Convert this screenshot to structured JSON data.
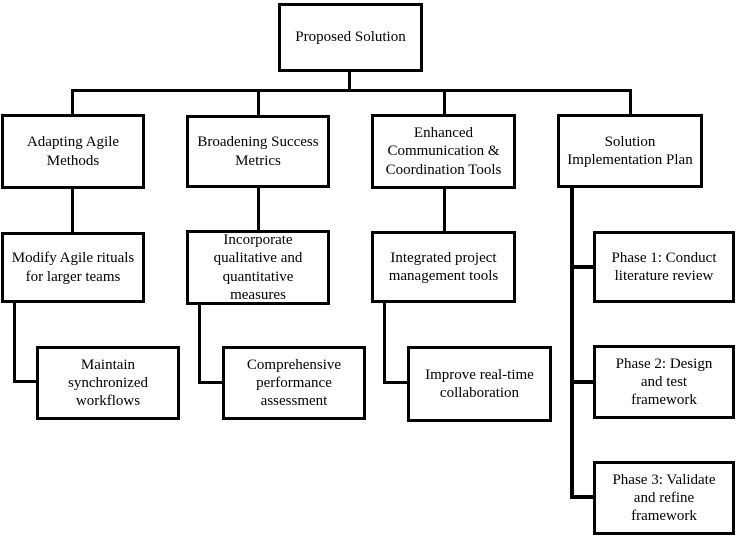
{
  "diagram": {
    "type": "flowchart-hierarchy",
    "colors": {
      "line": "#000000",
      "box_border": "#000000",
      "box_fill": "#ffffff",
      "background": "#ffffff",
      "text": "#000000"
    },
    "nodes": {
      "root": {
        "label": "Proposed Solution"
      },
      "branch_agile": {
        "label": "Adapting Agile\nMethods"
      },
      "branch_metrics": {
        "label": "Broadening Success\nMetrics"
      },
      "branch_comm": {
        "label": "Enhanced\nCommunication &\nCoordination Tools"
      },
      "branch_plan": {
        "label": "Solution\nImplementation Plan"
      },
      "agile_sub1": {
        "label": "Modify Agile rituals\nfor larger teams"
      },
      "agile_sub2": {
        "label": "Maintain\nsynchronized\nworkflows"
      },
      "metrics_sub1": {
        "label": "Incorporate\nqualitative and\nquantitative\nmeasures"
      },
      "metrics_sub2": {
        "label": "Comprehensive\nperformance\nassessment"
      },
      "comm_sub1": {
        "label": "Integrated project\nmanagement tools"
      },
      "comm_sub2": {
        "label": "Improve real-time\ncollaboration"
      },
      "plan_phase1": {
        "label": "Phase 1: Conduct\nliterature review"
      },
      "plan_phase2": {
        "label": "Phase 2: Design\nand test\nframework"
      },
      "plan_phase3": {
        "label": "Phase 3: Validate\nand refine\nframework"
      }
    },
    "edges": [
      {
        "from": "root",
        "to": "branch_agile"
      },
      {
        "from": "root",
        "to": "branch_metrics"
      },
      {
        "from": "root",
        "to": "branch_comm"
      },
      {
        "from": "root",
        "to": "branch_plan"
      },
      {
        "from": "branch_agile",
        "to": "agile_sub1"
      },
      {
        "from": "agile_sub1",
        "to": "agile_sub2"
      },
      {
        "from": "branch_metrics",
        "to": "metrics_sub1"
      },
      {
        "from": "metrics_sub1",
        "to": "metrics_sub2"
      },
      {
        "from": "branch_comm",
        "to": "comm_sub1"
      },
      {
        "from": "comm_sub1",
        "to": "comm_sub2"
      },
      {
        "from": "branch_plan",
        "to": "plan_phase1"
      },
      {
        "from": "branch_plan",
        "to": "plan_phase2"
      },
      {
        "from": "branch_plan",
        "to": "plan_phase3"
      }
    ]
  }
}
